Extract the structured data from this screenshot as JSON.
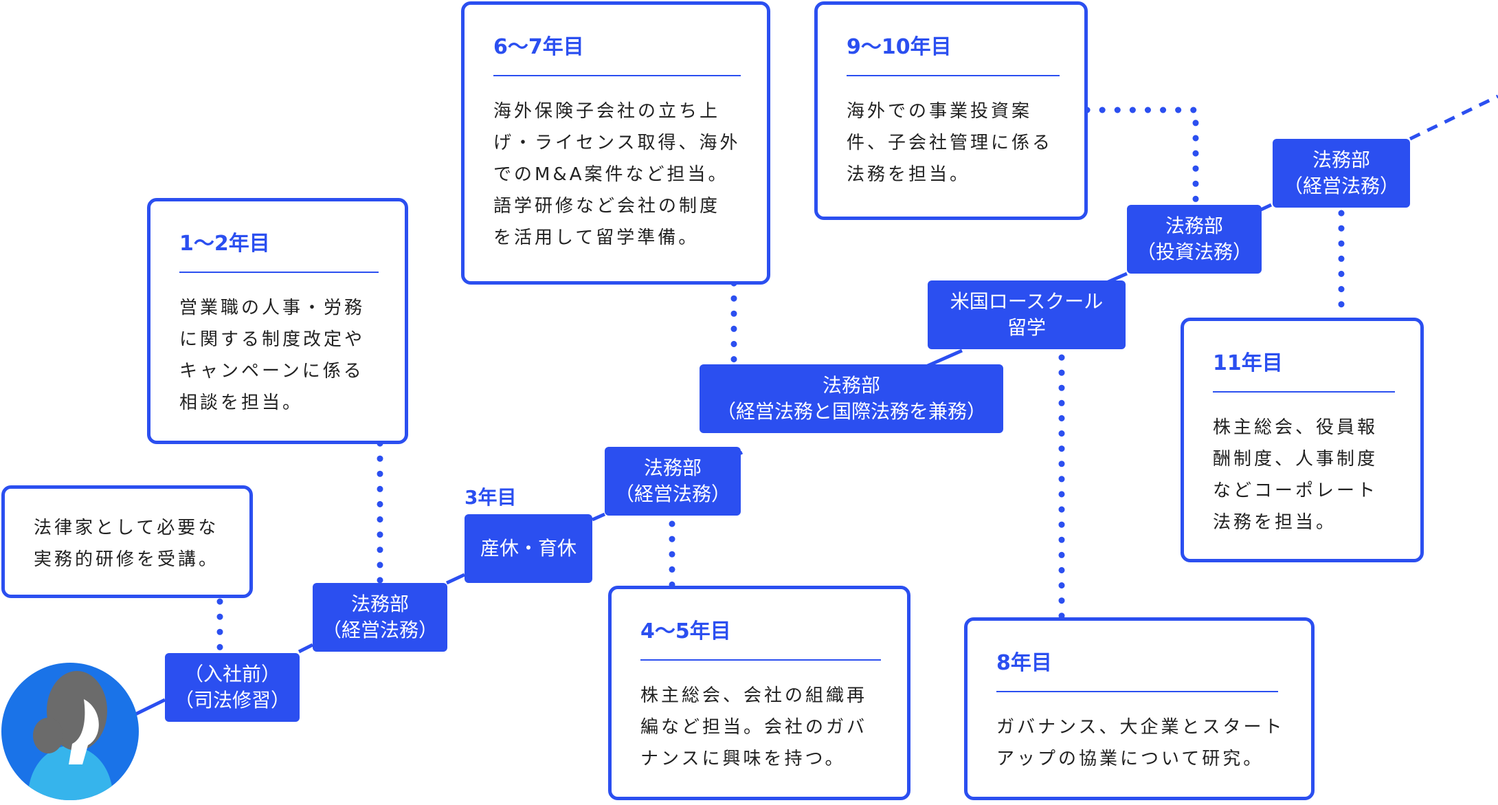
{
  "colors": {
    "accent": "#2b4ff0",
    "avatar_bg": "#1a73e8",
    "avatar_shirt": "#36b4ec",
    "avatar_hair": "#6b6b6b",
    "text": "#222222"
  },
  "avatar": {
    "icon": "person-avatar-icon"
  },
  "intro": {
    "text": "法律家として必要な\n実務的研修を受講。"
  },
  "steps": [
    {
      "label": "（入社前）\n（司法修習）"
    },
    {
      "label": "法務部\n（経営法務）"
    },
    {
      "label": "産休・育休",
      "tag": "3年目"
    },
    {
      "label": "法務部\n（経営法務）"
    },
    {
      "label": "法務部\n（経営法務と国際法務を兼務）"
    },
    {
      "label": "米国ロースクール\n留学"
    },
    {
      "label": "法務部\n（投資法務）"
    },
    {
      "label": "法務部\n（経営法務）"
    }
  ],
  "cards": [
    {
      "title": "1〜2年目",
      "body": "営業職の人事・労務\nに関する制度改定や\nキャンペーンに係る\n相談を担当。"
    },
    {
      "title": "6〜7年目",
      "body": "海外保険子会社の立ち上\nげ・ライセンス取得、海外\nでのM&A案件など担当。\n語学研修など会社の制度\nを活用して留学準備。"
    },
    {
      "title": "4〜5年目",
      "body": "株主総会、会社の組織再\n編など担当。会社のガバ\nナンスに興味を持つ。"
    },
    {
      "title": "9〜10年目",
      "body": "海外での事業投資案\n件、子会社管理に係る\n法務を担当。"
    },
    {
      "title": "8年目",
      "body": "ガバナンス、大企業とスタート\nアップの協業について研究。"
    },
    {
      "title": "11年目",
      "body": "株主総会、役員報\n酬制度、人事制度\nなどコーポレート\n法務を担当。"
    }
  ]
}
